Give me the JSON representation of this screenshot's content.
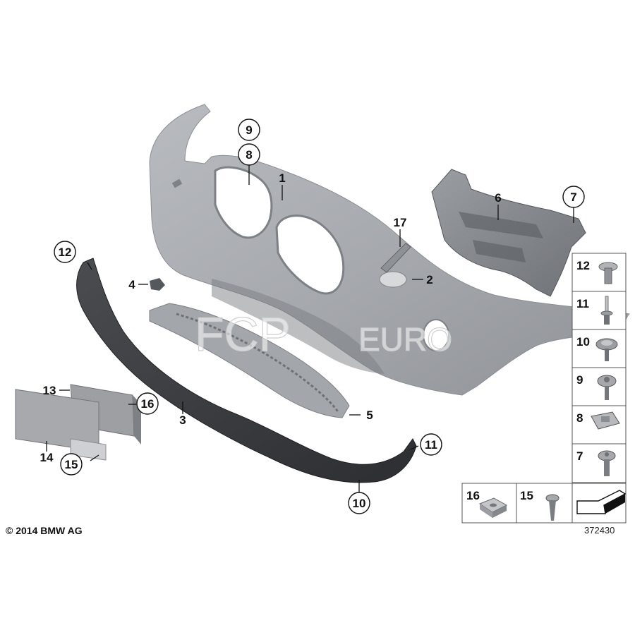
{
  "diagram_number": "372430",
  "copyright": "© 2014 BMW AG",
  "watermark": {
    "brand": "FCP",
    "suffix": "EURO"
  },
  "callouts": {
    "c1": "1",
    "c2": "2",
    "c3": "3",
    "c4": "4",
    "c5": "5",
    "c6": "6",
    "c7": "7",
    "c8": "8",
    "c9": "9",
    "c10": "10",
    "c11": "11",
    "c12": "12",
    "c13": "13",
    "c14": "14",
    "c15": "15",
    "c16": "16",
    "c17": "17"
  },
  "hardware_panel": {
    "h12": "12",
    "h11": "11",
    "h10": "10",
    "h9": "9",
    "h8": "8",
    "h7": "7",
    "h16": "16",
    "h15": "15"
  },
  "colors": {
    "bumper": "#a9acb1",
    "bumper_dark": "#8d9095",
    "spoiler": "#3a3c40",
    "trim": "#a2a5aa",
    "plate": "#a7a9ad",
    "line": "#111111"
  }
}
